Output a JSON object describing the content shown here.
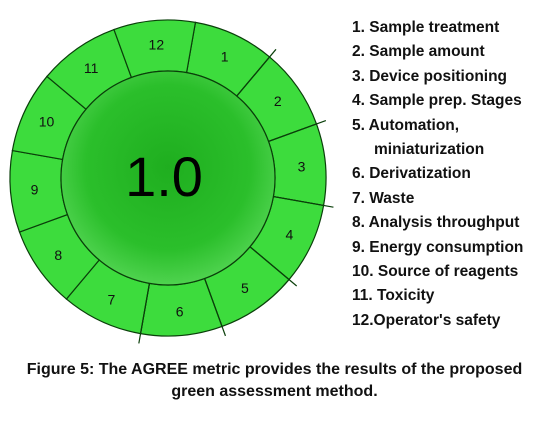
{
  "diagram": {
    "score": "1.0",
    "segments": [
      {
        "number": "1",
        "color": "#3ddc3d"
      },
      {
        "number": "2",
        "color": "#3ddc3d"
      },
      {
        "number": "3",
        "color": "#3ddc3d"
      },
      {
        "number": "4",
        "color": "#3ddc3d"
      },
      {
        "number": "5",
        "color": "#3ddc3d"
      },
      {
        "number": "6",
        "color": "#3ddc3d"
      },
      {
        "number": "7",
        "color": "#3ddc3d"
      },
      {
        "number": "8",
        "color": "#3ddc3d"
      },
      {
        "number": "9",
        "color": "#3ddc3d"
      },
      {
        "number": "10",
        "color": "#3ddc3d"
      },
      {
        "number": "11",
        "color": "#3ddc3d"
      },
      {
        "number": "12",
        "color": "#3ddc3d"
      }
    ],
    "center_color": "#2bbf2b"
  },
  "legend": {
    "items": [
      {
        "label": "1.  Sample treatment"
      },
      {
        "label": "2.  Sample amount"
      },
      {
        "label": "3.  Device positioning"
      },
      {
        "label": "4.  Sample prep. Stages"
      },
      {
        "label": "5.  Automation,",
        "continuation": "miniaturization"
      },
      {
        "label": "6.  Derivatization"
      },
      {
        "label": "7.  Waste"
      },
      {
        "label": "8.  Analysis throughput"
      },
      {
        "label": "9.  Energy consumption"
      },
      {
        "label": "10. Source of reagents"
      },
      {
        "label": "11. Toxicity"
      },
      {
        "label": "12.Operator's safety"
      }
    ]
  },
  "caption": {
    "line1": "Figure 5: The AGREE metric provides the results of the proposed",
    "line2": "green assessment method."
  }
}
